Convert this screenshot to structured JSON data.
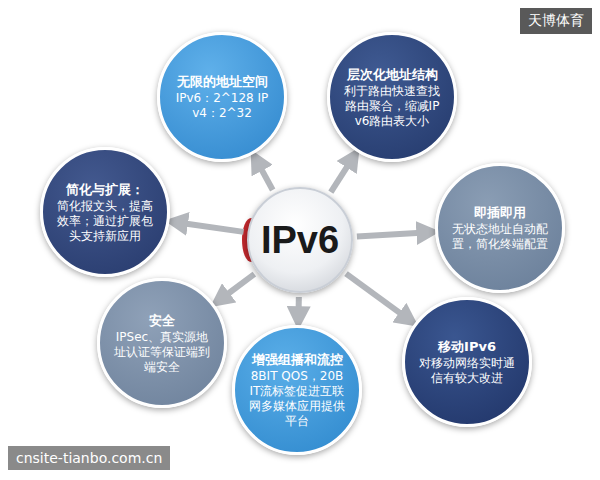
{
  "diagram": {
    "nodes": [
      {
        "text": [
          "IPv6"
        ]
      },
      {
        "text": [
          "无限的地址空间",
          "IPv6：2^128 IPv4：2^32"
        ]
      },
      {
        "text": [
          "层次化地址结构",
          "利于路由快速查找路由聚合，缩减IPv6路由表大小"
        ]
      },
      {
        "text": [
          "简化与扩展：",
          "简化报文头，提高效率；通过扩展包头支持新应用"
        ]
      },
      {
        "text": [
          "即插即用",
          "无状态地址自动配置，简化终端配置"
        ]
      },
      {
        "text": [
          "安全",
          "IPSec、真实源地址认证等保证端到端安全"
        ]
      },
      {
        "text": [
          "增强组播和流控",
          "8BIT QOS，20BIT流标签促进互联网多媒体应用提供平台"
        ]
      },
      {
        "text": [
          "移动IPv6",
          "对移动网络实时通信有较大改进"
        ]
      }
    ],
    "edges": [
      {
        "from": 0,
        "to": 1,
        "arrow": "to"
      },
      {
        "from": 0,
        "to": 2,
        "arrow": "to"
      },
      {
        "from": 0,
        "to": 3,
        "arrow": "to"
      },
      {
        "from": 0,
        "to": 4,
        "arrow": "to"
      },
      {
        "from": 0,
        "to": 5,
        "arrow": "to"
      },
      {
        "from": 0,
        "to": 6,
        "arrow": "to"
      },
      {
        "from": 0,
        "to": 7,
        "arrow": "to"
      }
    ],
    "labels": [
      "天博体育",
      "cnsite-tianbo.com.cn"
    ]
  }
}
